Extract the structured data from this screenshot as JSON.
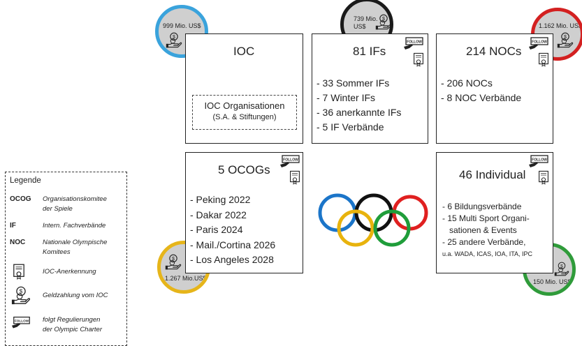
{
  "circles": {
    "ioc": {
      "amount": "999 Mio. US$",
      "color": "#3aa3dc"
    },
    "ifs": {
      "amount_line1": "739 Mio.",
      "amount_line2": "US$",
      "color": "#1a1a1a"
    },
    "nocs": {
      "amount": "1.162 Mio. US$",
      "color": "#d32020"
    },
    "ocogs": {
      "amount": "1.267 Mio.US$",
      "color": "#e6b51a"
    },
    "individual": {
      "amount": "150 Mio. US$",
      "color": "#2f9b3a"
    }
  },
  "boxes": {
    "ioc": {
      "title": "IOC",
      "sub_line1": "IOC Organisationen",
      "sub_line2": "(S.A. & Stiftungen)"
    },
    "ifs": {
      "title": "81 IFs",
      "items": [
        "- 33 Sommer IFs",
        "- 7 Winter IFs",
        "- 36 anerkannte IFs",
        "- 5 IF Verbände"
      ]
    },
    "nocs": {
      "title": "214 NOCs",
      "items": [
        "- 206 NOCs",
        "- 8 NOC Verbände"
      ]
    },
    "ocogs": {
      "title": "5 OCOGs",
      "items": [
        "- Peking 2022",
        "- Dakar 2022",
        "- Paris 2024",
        "- Mail./Cortina 2026",
        "- Los Angeles 2028"
      ]
    },
    "individual": {
      "title": "46 Individual",
      "items": [
        "- 6  Bildungsverbände",
        "- 15 Multi Sport Organi-",
        "   sationen & Events",
        "- 25 andere Verbände,"
      ],
      "note": "u.a. WADA, ICAS, IOA, ITA, IPC"
    }
  },
  "follow_label": "FOLLOW",
  "rings_colors": [
    "#1b75c9",
    "#e8b30d",
    "#111111",
    "#1f9d3a",
    "#e02020"
  ],
  "legend": {
    "title": "Legende",
    "entries": [
      {
        "abbr": "OCOG",
        "line1": "Organisationskomitee",
        "line2": "der Spiele"
      },
      {
        "abbr": "IF",
        "line1": "Intern. Fachverbände",
        "line2": ""
      },
      {
        "abbr": "NOC",
        "line1": "Nationale Olympische",
        "line2": "Komitees"
      }
    ],
    "icons": [
      {
        "icon": "certificate-icon",
        "label": "IOC-Anerkennung"
      },
      {
        "icon": "money-hand-icon",
        "label": "Geldzahlung vom IOC"
      },
      {
        "icon": "follow-icon",
        "line1": "folgt Regulierungen",
        "line2": "der Olympic Charter"
      }
    ]
  }
}
